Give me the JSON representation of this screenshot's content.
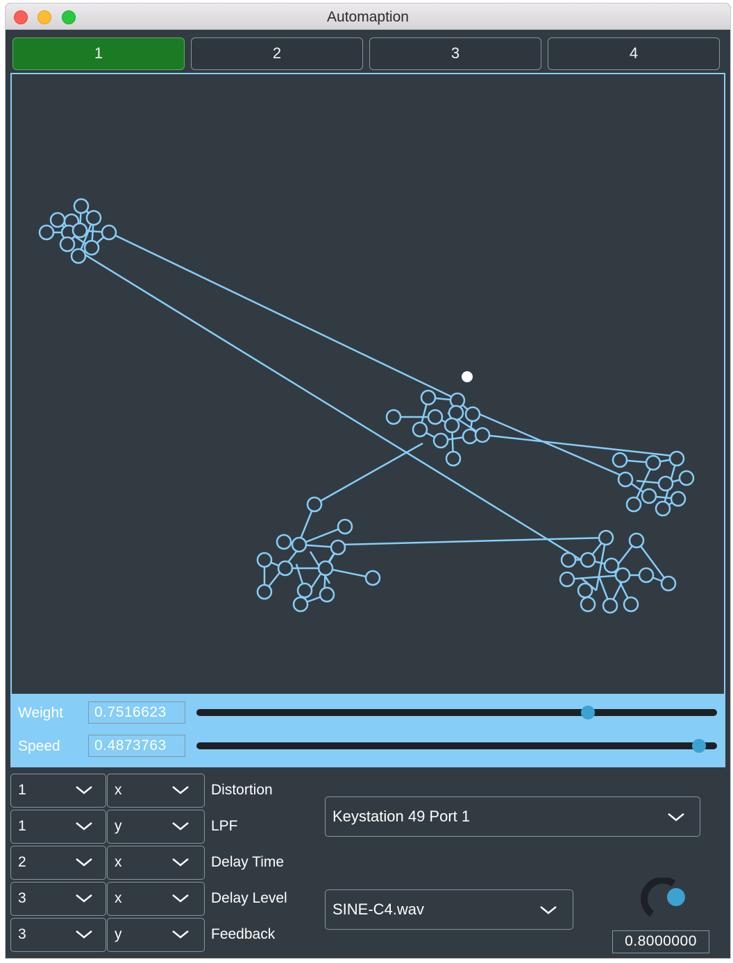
{
  "window": {
    "title": "Automaption"
  },
  "tabs": [
    {
      "label": "1",
      "active": true
    },
    {
      "label": "2",
      "active": false
    },
    {
      "label": "3",
      "active": false
    },
    {
      "label": "4",
      "active": false
    }
  ],
  "sliders": {
    "weight": {
      "label": "Weight",
      "value": "0.7516623",
      "level": 0.7516623
    },
    "speed": {
      "label": "Speed",
      "value": "0.4873763",
      "level": 0.4873763
    }
  },
  "mappings": [
    {
      "node": "1",
      "axis": "x",
      "param": "Distortion"
    },
    {
      "node": "1",
      "axis": "y",
      "param": "LPF"
    },
    {
      "node": "2",
      "axis": "x",
      "param": "Delay Time"
    },
    {
      "node": "3",
      "axis": "x",
      "param": "Delay Level"
    },
    {
      "node": "3",
      "axis": "y",
      "param": "Feedback"
    }
  ],
  "midi_device": {
    "selected": "Keystation 49 Port 1"
  },
  "sample_file": {
    "selected": "SINE-C4.wav"
  },
  "knob": {
    "value": "0.8000000",
    "level": 0.8
  },
  "colors": {
    "background": "#323b42",
    "graph": "#87cefa",
    "active_tab": "#1b7a24",
    "thumb": "#3ea2d0",
    "cursor": "#ffffff"
  },
  "icons": [
    "chevron-down-icon",
    "knob-icon",
    "cursor-dot-icon"
  ]
}
